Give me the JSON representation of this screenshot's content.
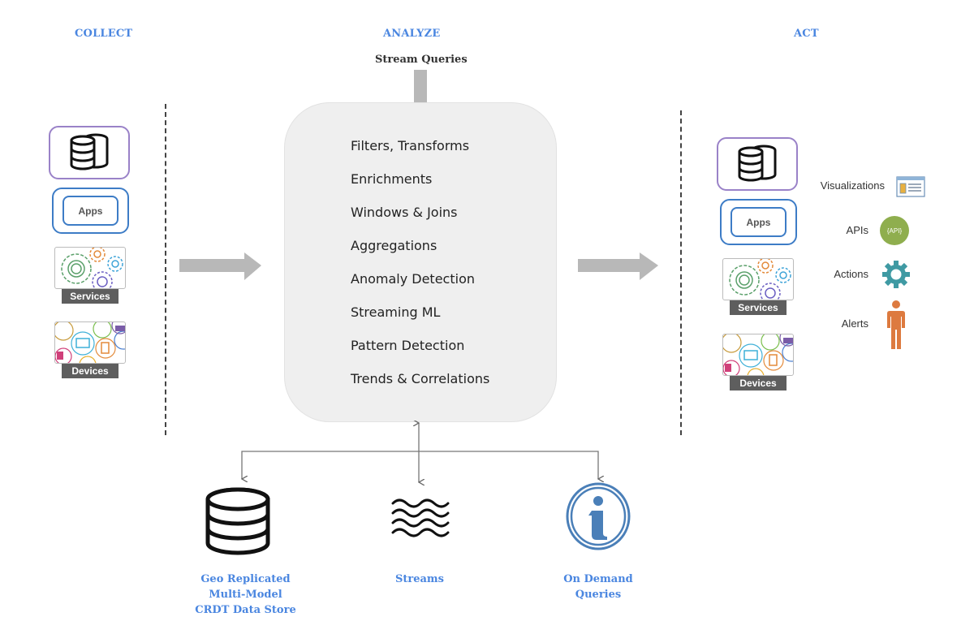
{
  "phases": {
    "collect": "COLLECT",
    "analyze": "ANALYZE",
    "act": "ACT"
  },
  "stream_queries_label": "Stream Queries",
  "collect": {
    "sources": [
      {
        "type": "database",
        "icon": "database-icon"
      },
      {
        "type": "apps",
        "label": "Apps"
      },
      {
        "type": "services",
        "label": "Services",
        "icon": "gears-icon"
      },
      {
        "type": "devices",
        "label": "Devices",
        "icon": "devices-icon"
      }
    ]
  },
  "analyze": {
    "items": [
      "Filters, Transforms",
      "Enrichments",
      "Windows & Joins",
      "Aggregations",
      "Anomaly Detection",
      "Streaming ML",
      "Pattern Detection",
      "Trends & Correlations"
    ]
  },
  "act": {
    "targets": [
      {
        "type": "database",
        "icon": "database-icon"
      },
      {
        "type": "apps",
        "label": "Apps"
      },
      {
        "type": "services",
        "label": "Services"
      },
      {
        "type": "devices",
        "label": "Devices"
      }
    ],
    "outputs": [
      {
        "label": "Visualizations",
        "icon": "dashboard-icon"
      },
      {
        "label": "APIs",
        "icon": "api-icon",
        "badge": "{API}"
      },
      {
        "label": "Actions",
        "icon": "gear-icon"
      },
      {
        "label": "Alerts",
        "icon": "person-icon"
      }
    ]
  },
  "storage": [
    {
      "label_lines": [
        "Geo Replicated",
        "Multi-Model",
        "CRDT Data Store"
      ],
      "icon": "database-icon"
    },
    {
      "label_lines": [
        "Streams"
      ],
      "icon": "waves-icon"
    },
    {
      "label_lines": [
        "On Demand",
        "Queries"
      ],
      "icon": "info-icon"
    }
  ],
  "colors": {
    "phase_blue": "#4a86e0",
    "db_border": "#9a82c8",
    "apps_border": "#3d7cc6",
    "arrow_gray": "#b8b8b8",
    "api_green": "#8fae4e",
    "gear_teal": "#3f9aa3",
    "alert_orange": "#dd7a3f",
    "info_blue": "#4a7fb8"
  }
}
